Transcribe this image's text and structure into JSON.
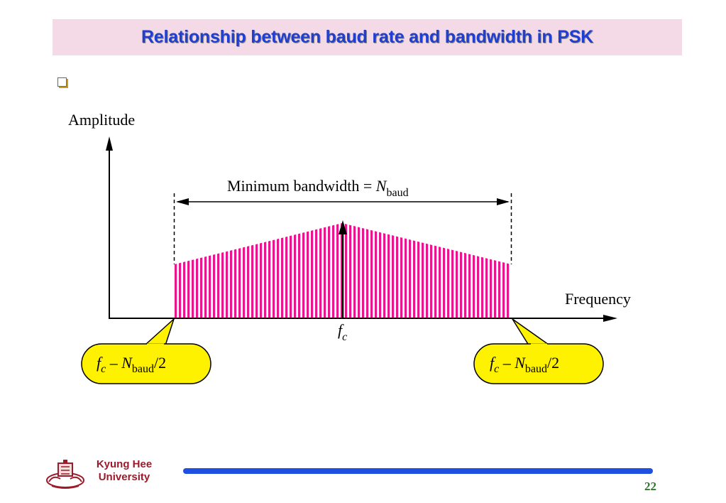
{
  "slide": {
    "title": "Relationship between baud rate and bandwidth in PSK",
    "page_number": "22"
  },
  "footer": {
    "university_line1": "Kyung Hee",
    "university_line2": "University"
  },
  "diagram": {
    "y_axis_label": "Amplitude",
    "x_axis_label": "Frequency",
    "bandwidth_label_text": "Minimum bandwidth = ",
    "bandwidth_label_symbol": "N",
    "bandwidth_label_subscript": "baud",
    "center_label_symbol": "f",
    "center_label_subscript": "c",
    "left_callout": {
      "f": "f",
      "c": "c",
      "minus": " – ",
      "N": "N",
      "sub": "baud",
      "tail": "/2"
    },
    "right_callout": {
      "f": "f",
      "c": "c",
      "minus": " – ",
      "N": "N",
      "sub": "baud",
      "tail": "/2"
    },
    "colors": {
      "spectrum": "#e8158c",
      "callout_fill": "#fff200",
      "axis": "#000000"
    }
  }
}
